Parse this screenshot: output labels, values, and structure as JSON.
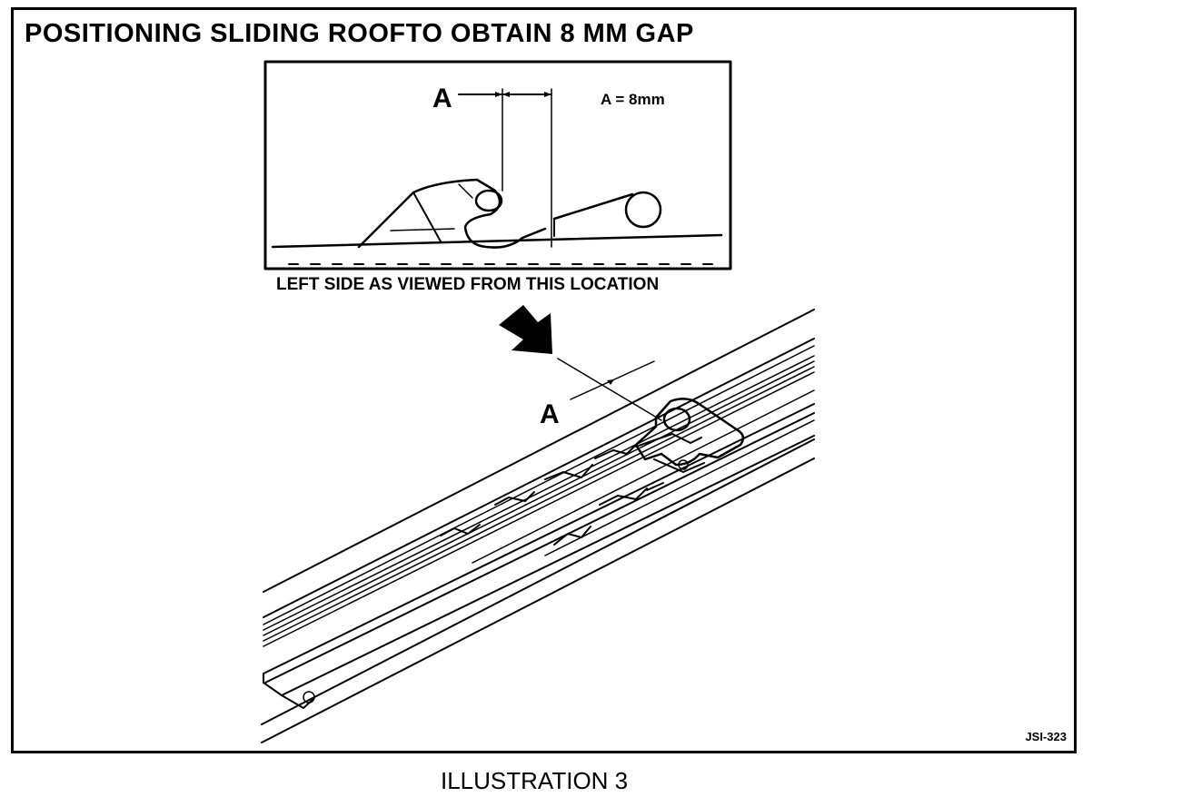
{
  "figure": {
    "title": "POSITIONING SLIDING ROOFTO OBTAIN 8 MM GAP",
    "code": "JSI-323"
  },
  "detail": {
    "dimension_label": "A",
    "dimension_value": "A = 8mm",
    "view_note": "LEFT SIDE AS VIEWED FROM THIS LOCATION"
  },
  "main_view": {
    "dimension_label": "A"
  },
  "caption": "ILLUSTRATION 3"
}
